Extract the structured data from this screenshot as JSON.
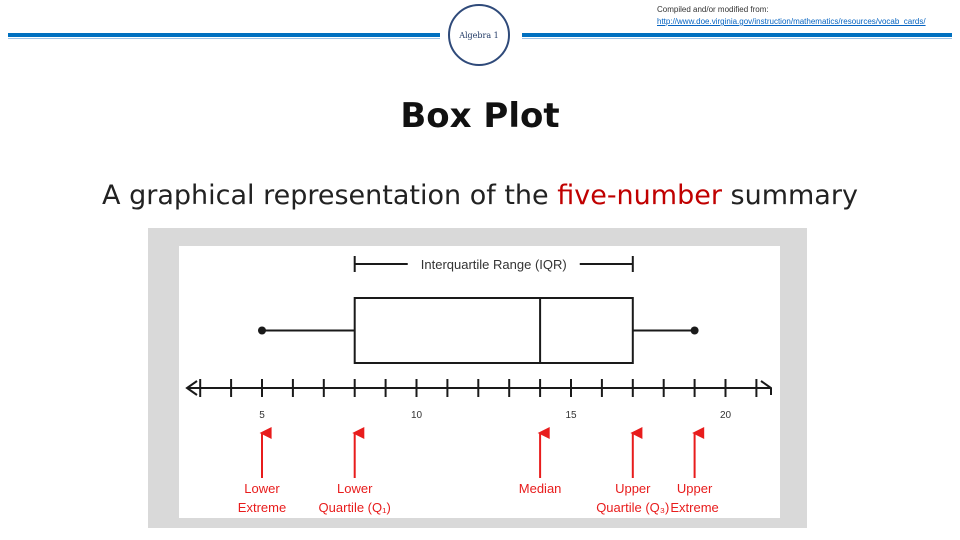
{
  "header": {
    "badge_text": "Algebra 1",
    "source_line1": "Compiled and/or modified from:",
    "source_url": "http://www.doe.virginia.gov/instruction/mathematics/resources/vocab_cards/"
  },
  "title": "Box Plot",
  "subtitle": {
    "before": "A graphical representation of the ",
    "highlight": "five-number",
    "after": " summary"
  },
  "colors": {
    "accent_blue": "#0070c0",
    "highlight_red": "#c00000",
    "annotation_red": "#e81c1c",
    "frame_gray": "#d9d9d9"
  },
  "diagram": {
    "iqr_label": "Interquartile Range (IQR)",
    "axis": {
      "min": 3,
      "max": 21,
      "tick_step": 1
    },
    "tick_labels": [
      {
        "value": 5,
        "text": "5"
      },
      {
        "value": 10,
        "text": "10"
      },
      {
        "value": 15,
        "text": "15"
      },
      {
        "value": 20,
        "text": "20"
      }
    ],
    "five_number_summary": {
      "lower_extreme": 5,
      "lower_quartile": 8,
      "median": 14,
      "upper_quartile": 17,
      "upper_extreme": 19
    },
    "annotations": [
      {
        "key": "lower_extreme",
        "line1": "Lower",
        "line2": "Extreme"
      },
      {
        "key": "lower_quartile",
        "line1": "Lower",
        "line2": "Quartile (Q₁)"
      },
      {
        "key": "median",
        "line1": "Median",
        "line2": ""
      },
      {
        "key": "upper_quartile",
        "line1": "Upper",
        "line2": "Quartile (Q₃)"
      },
      {
        "key": "upper_extreme",
        "line1": "Upper",
        "line2": "Extreme"
      }
    ]
  }
}
